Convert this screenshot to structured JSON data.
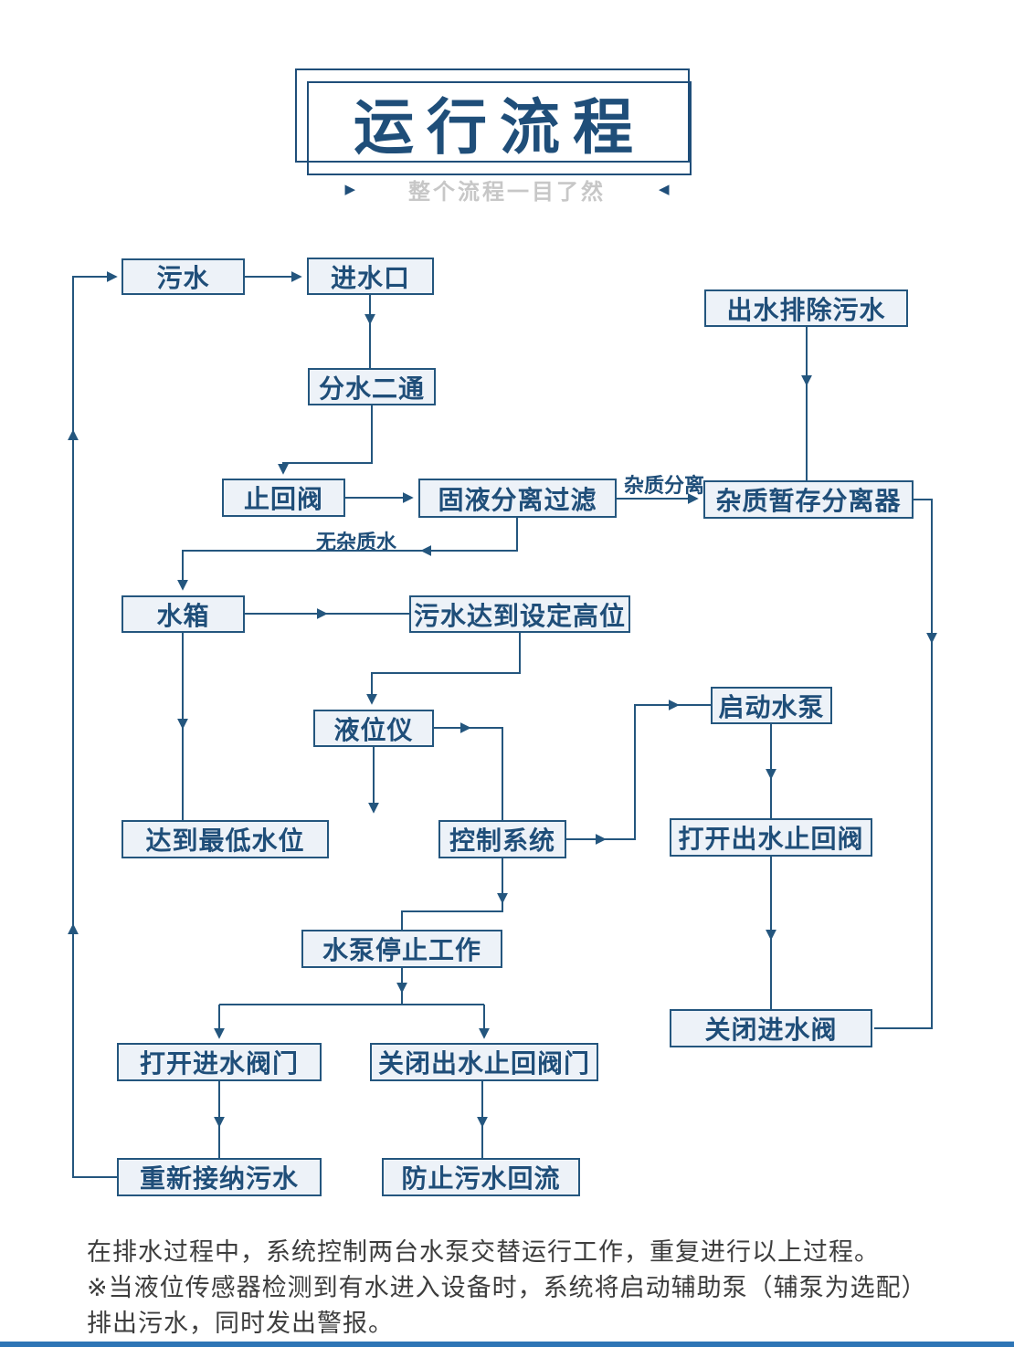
{
  "header": {
    "title": "运行流程",
    "subtitle": "整个流程一目了然",
    "left_marker": "▶",
    "right_marker": "◀"
  },
  "colors": {
    "accent_navy": "#1f4e79",
    "connector_line": "#24567e",
    "box_fill": "#edf2f8",
    "subtitle_gray": "#c7c7c7",
    "bottom_bar_blue": "#2e75b6"
  },
  "nodes": [
    {
      "id": "sewage",
      "label": "污水"
    },
    {
      "id": "water-inlet",
      "label": "进水口"
    },
    {
      "id": "outlet-discharge-sewage",
      "label": "出水排除污水"
    },
    {
      "id": "two-way-diverter",
      "label": "分水二通"
    },
    {
      "id": "check-valve",
      "label": "止回阀"
    },
    {
      "id": "solid-liquid-separation-filter",
      "label": "固液分离过滤"
    },
    {
      "id": "impurity-storage-separator",
      "label": "杂质暂存分离器"
    },
    {
      "id": "water-tank",
      "label": "水箱"
    },
    {
      "id": "sewage-reaches-set-high-level",
      "label": "污水达到设定高位"
    },
    {
      "id": "start-pump",
      "label": "启动水泵"
    },
    {
      "id": "level-gauge",
      "label": "液位仪"
    },
    {
      "id": "reach-lowest-level",
      "label": "达到最低水位"
    },
    {
      "id": "control-system",
      "label": "控制系统"
    },
    {
      "id": "open-outlet-check-valve",
      "label": "打开出水止回阀"
    },
    {
      "id": "pump-stops-working",
      "label": "水泵停止工作"
    },
    {
      "id": "close-inlet-valve",
      "label": "关闭进水阀"
    },
    {
      "id": "open-inlet-valve",
      "label": "打开进水阀门"
    },
    {
      "id": "close-outlet-check-valve",
      "label": "关闭出水止回阀门"
    },
    {
      "id": "re-accept-sewage",
      "label": "重新接纳污水"
    },
    {
      "id": "prevent-sewage-backflow",
      "label": "防止污水回流"
    }
  ],
  "edge_labels": {
    "impurity_separation": "杂质分离",
    "impurity_free_water": "无杂质水"
  },
  "footer": {
    "lines": [
      "在排水过程中，系统控制两台水泵交替运行工作，重复进行以上过程。",
      "※当液位传感器检测到有水进入设备时，系统将启动辅助泵（辅泵为选配）",
      "排出污水，同时发出警报。"
    ]
  }
}
